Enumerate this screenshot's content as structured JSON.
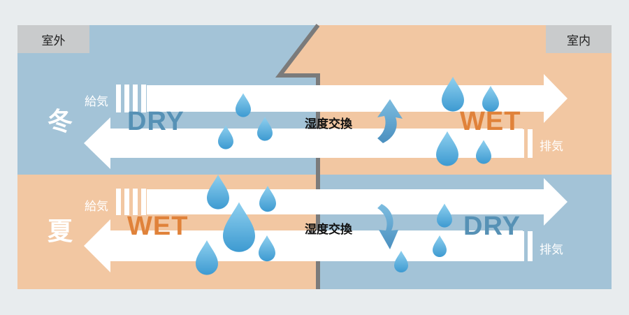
{
  "labels": {
    "outdoor": "室外",
    "indoor": "室内",
    "exchange": "湿度交換"
  },
  "winter": {
    "season": "冬",
    "supply": "給気",
    "exhaust": "排気",
    "outdoor_state": "DRY",
    "indoor_state": "WET"
  },
  "summer": {
    "season": "夏",
    "supply": "給気",
    "exhaust": "排気",
    "outdoor_state": "WET",
    "indoor_state": "DRY"
  },
  "colors": {
    "blue_zone": "#a3c3d7",
    "peach_zone": "#f2c7a2",
    "dry_text": "#5691b5",
    "wet_text": "#e0823a",
    "drop": "#4ea8d8",
    "exchange_arrow": "#5a9ec9",
    "divider": "#7b7b7b"
  }
}
